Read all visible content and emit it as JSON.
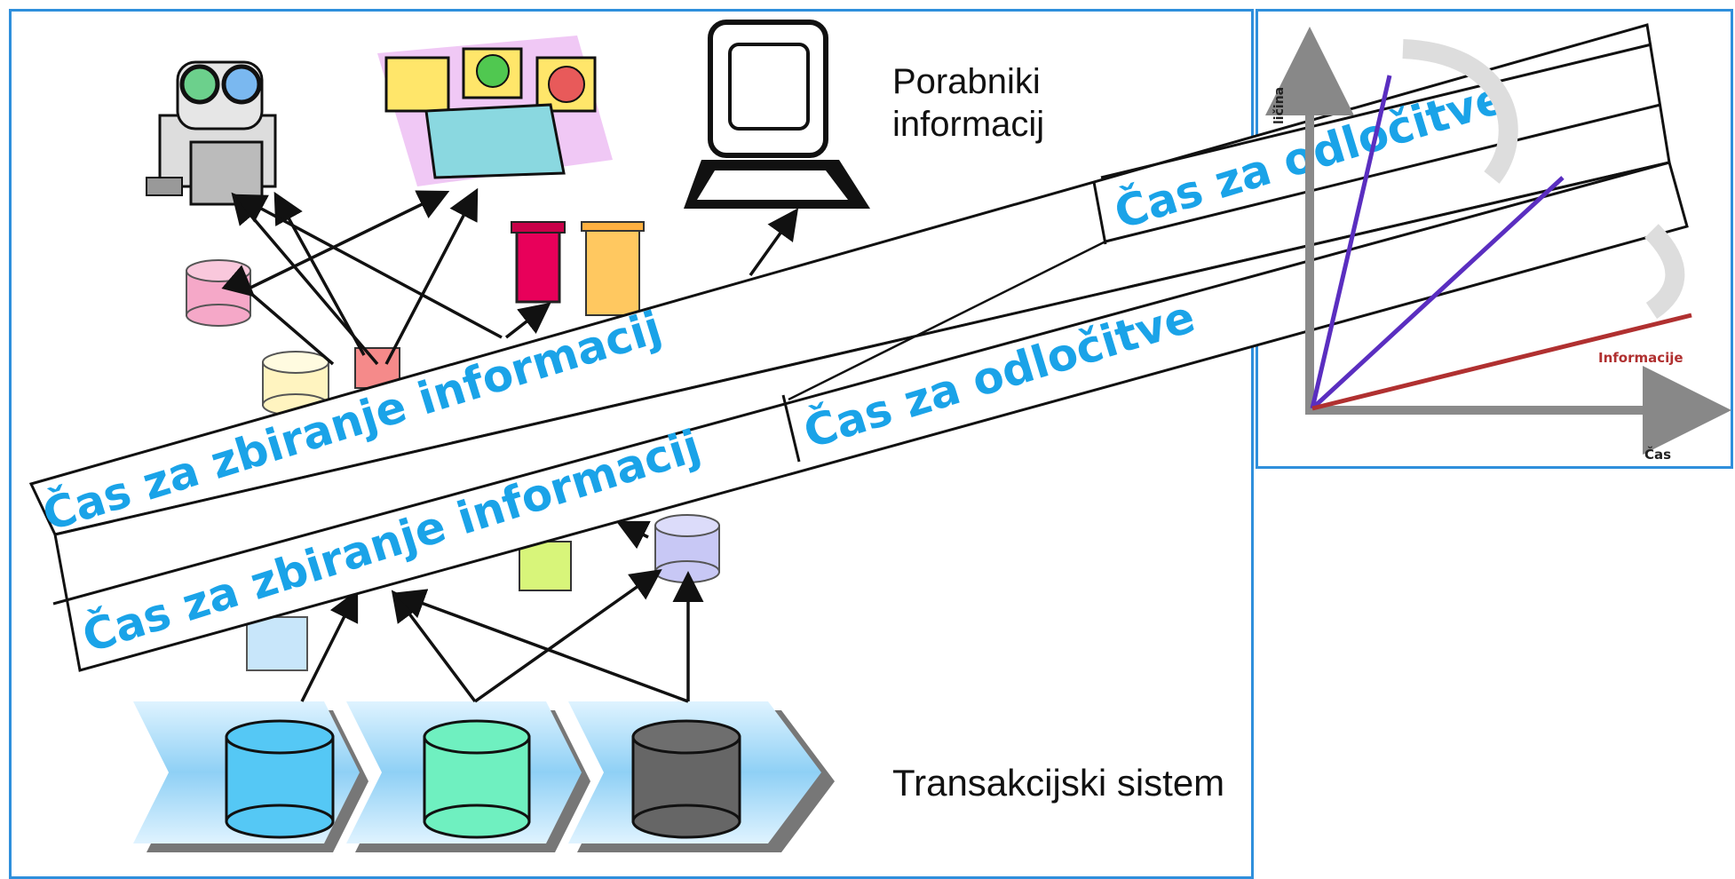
{
  "labels": {
    "consumers_line1": "Porabniki",
    "consumers_line2": "informacij",
    "transaction_system": "Transakcijski sistem"
  },
  "bands": {
    "upper_left": "Čas za zbiranje informacij",
    "upper_right": "Čas za odločitve",
    "lower_left": "Čas za zbiranje informacij",
    "lower_right": "Čas za odločitve"
  },
  "chart_data": {
    "type": "line",
    "xlabel": "Čas",
    "ylabel": "ličina",
    "series": [
      {
        "name": "Informacije",
        "color": "#b03030"
      },
      {
        "color": "#5a2ec0"
      }
    ],
    "grid": false
  },
  "colors": {
    "border": "#2f8fdc",
    "band_text": "#1aa3e8",
    "db_blue": "#55c8f5",
    "db_green": "#6ff0c0",
    "db_gray": "#666666"
  }
}
